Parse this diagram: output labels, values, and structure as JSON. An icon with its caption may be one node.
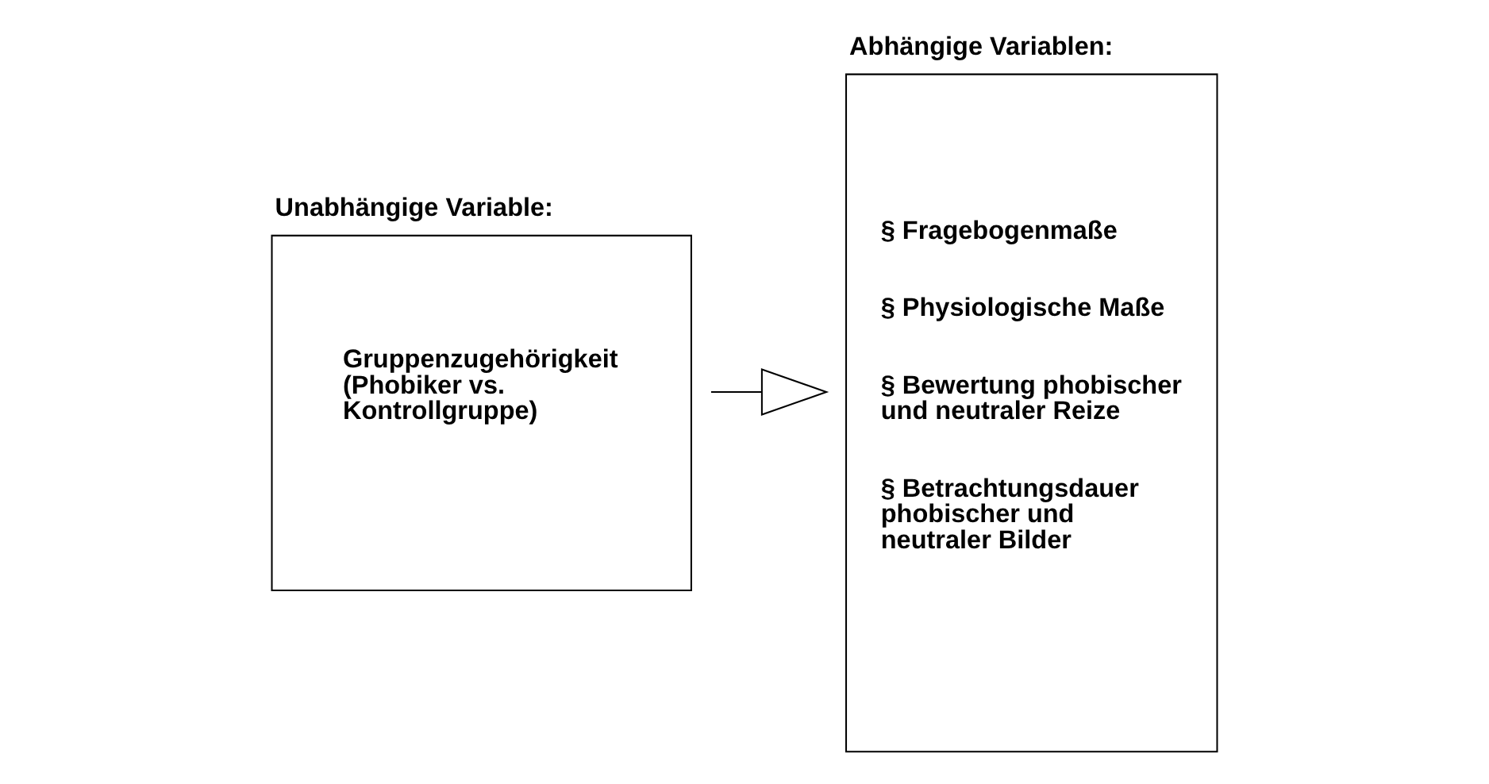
{
  "diagram": {
    "nodes": [
      {
        "text": [
          "Unabhängige Variable:",
          "Gruppenzugehörigkeit (Phobiker vs. Kontrollgruppe)"
        ]
      },
      {
        "text": [
          "Abhängige Variablen:",
          "§ Fragebogenmaße",
          "§ Physiologische Maße",
          "§ Bewertung phobischer und neutraler Reize",
          "§ Betrachtungsdauer phobischer und neutraler Bilder"
        ]
      }
    ],
    "edges": [
      {
        "from": 0,
        "to": 1,
        "arrow": "to"
      }
    ]
  }
}
